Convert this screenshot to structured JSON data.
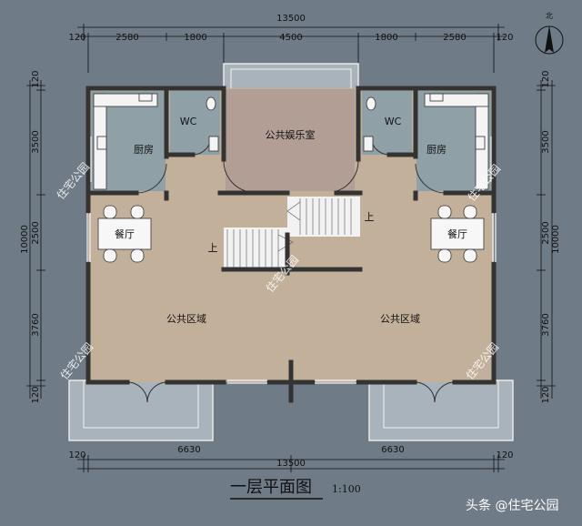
{
  "drawing": {
    "title": "一层平面图",
    "scale": "1:100",
    "north_icon": "north-arrow-icon",
    "credit": "头条 @住宅公园",
    "watermark": "住宅公园"
  },
  "dimensions": {
    "top_total": "13500",
    "top_segments": [
      "120",
      "2580",
      "1800",
      "4500",
      "1800",
      "2580",
      "120"
    ],
    "bottom_total": "13500",
    "bottom_segments": [
      "120",
      "6630",
      "6630",
      "120"
    ],
    "left_total": "10000",
    "left_segments": [
      "120",
      "3500",
      "2500",
      "3760",
      "120"
    ],
    "right_total": "10000",
    "right_segments": [
      "120",
      "3500",
      "2500",
      "3760",
      "120"
    ]
  },
  "rooms": {
    "entertainment": "公共娱乐室",
    "kitchen_left": "厨房",
    "kitchen_right": "厨房",
    "wc_left": "WC",
    "wc_right": "WC",
    "dining_left": "餐厅",
    "dining_right": "餐厅",
    "public_left": "公共区域",
    "public_right": "公共区域",
    "stair_up_1": "上",
    "stair_up_2": "上"
  },
  "colors": {
    "background": "#6f7b86",
    "floor_public": "#c3b09a",
    "floor_entertainment": "#b39e96",
    "floor_wet": "#8fa0a7",
    "wall": "#333333",
    "terrace": "#a9b3bb"
  }
}
